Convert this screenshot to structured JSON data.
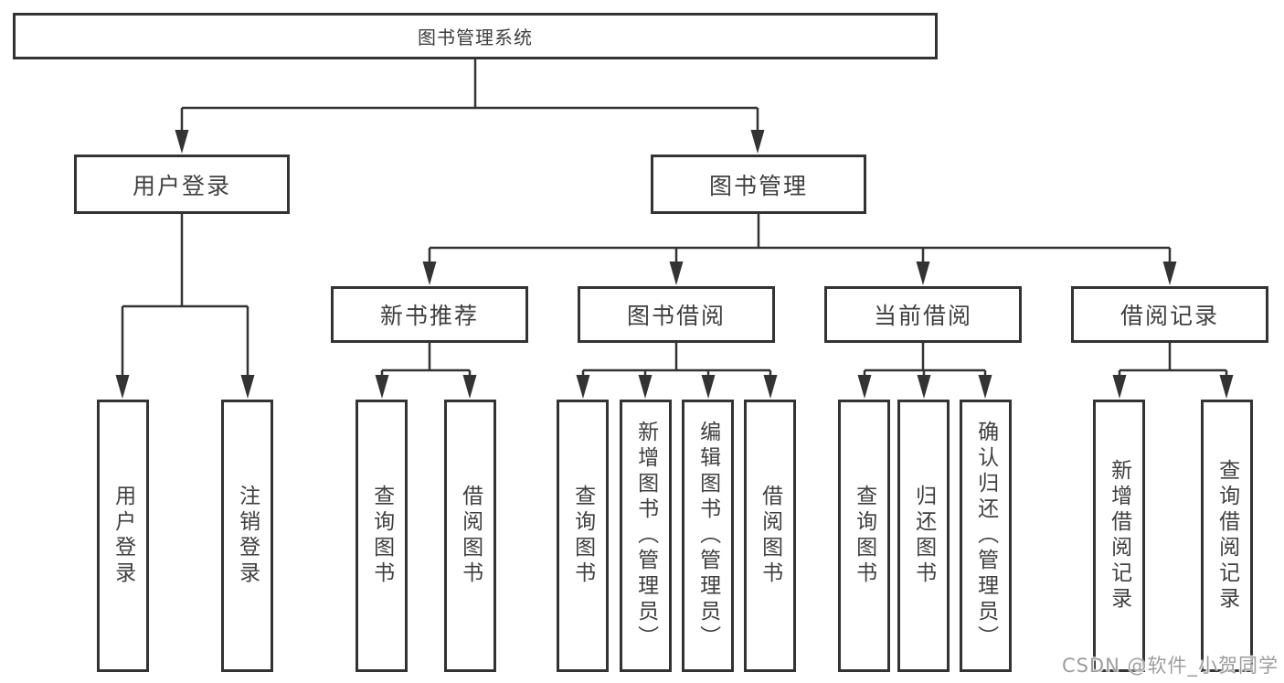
{
  "diagram": {
    "root": "图书管理系统",
    "level2": [
      "用户登录",
      "图书管理"
    ],
    "level3": [
      "新书推荐",
      "图书借阅",
      "当前借阅",
      "借阅记录"
    ],
    "leaves": {
      "login": [
        "用户登录",
        "注销登录"
      ],
      "recommend": [
        "查询图书",
        "借阅图书"
      ],
      "borrow": [
        "查询图书",
        "新增图书（管理员）",
        "编辑图书（管理员）",
        "借阅图书"
      ],
      "current": [
        "查询图书",
        "归还图书",
        "确认归还（管理员）"
      ],
      "records": [
        "新增借阅记录",
        "查询借阅记录"
      ]
    },
    "watermark": "CSDN @软件_小贺同学",
    "colors": {
      "line": "#333333",
      "text": "#3f3f3f",
      "background": "#ffffff",
      "watermark": "#9d9d9d"
    }
  }
}
